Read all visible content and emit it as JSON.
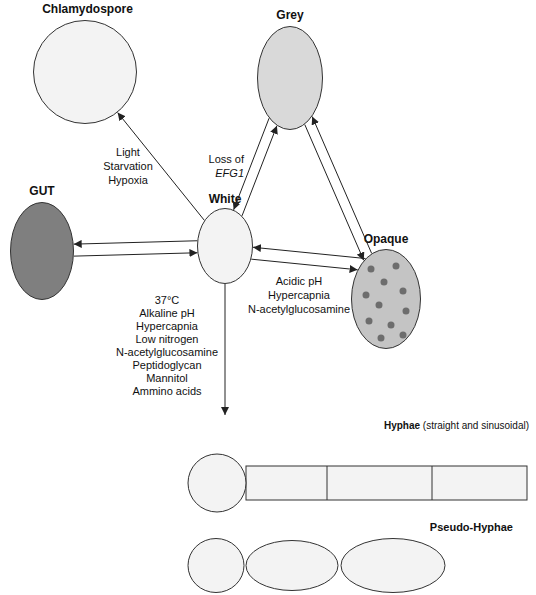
{
  "diagram": {
    "nodes": [
      {
        "text": [
          "Chlamydospore"
        ]
      },
      {
        "text": [
          "Grey"
        ]
      },
      {
        "text": [
          "GUT"
        ]
      },
      {
        "text": [
          "White"
        ]
      },
      {
        "text": [
          "Opaque"
        ]
      },
      {
        "text": [
          "Hyphae (straight and sinusoidal)"
        ]
      },
      {
        "text": [
          "Pseudo-Hyphae"
        ]
      }
    ],
    "edges": [
      {
        "from": 3,
        "to": 0,
        "arrow": "to",
        "label": "Light Starvation Hypoxia"
      },
      {
        "from": 3,
        "to": 1,
        "arrow": "to",
        "label": "Loss of EFG1"
      },
      {
        "from": 1,
        "to": 3,
        "arrow": "to"
      },
      {
        "from": 1,
        "to": 4,
        "arrow": "to"
      },
      {
        "from": 4,
        "to": 1,
        "arrow": "to"
      },
      {
        "from": 3,
        "to": 2,
        "arrow": "to"
      },
      {
        "from": 2,
        "to": 3,
        "arrow": "to"
      },
      {
        "from": 4,
        "to": 3,
        "arrow": "to"
      },
      {
        "from": 3,
        "to": 4,
        "arrow": "to",
        "label": "Acidic pH Hypercapnia N-acetylglucosamine"
      },
      {
        "from": 3,
        "to": 5,
        "arrow": "to",
        "label": "37°C Alkaline pH Hypercapnia Low nitrogen N-acetylglucosamine Peptidoglycan Mannitol Ammino acids"
      }
    ]
  }
}
